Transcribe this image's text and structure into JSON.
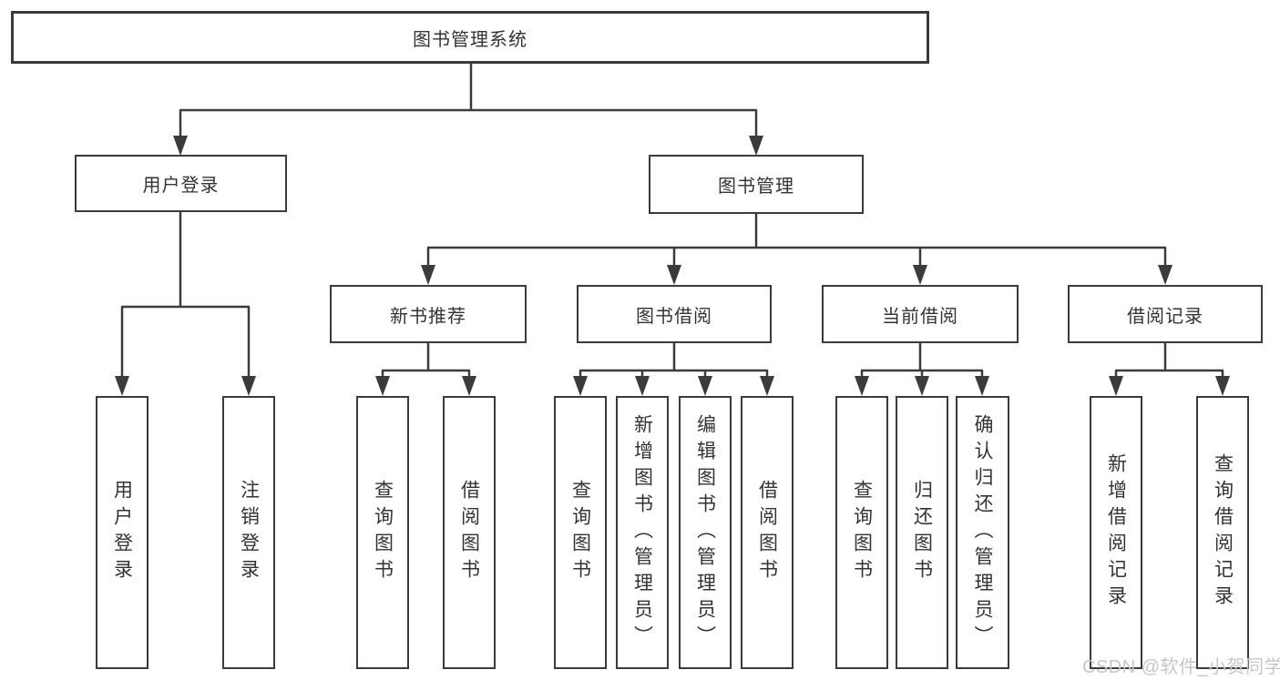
{
  "tree": {
    "root": {
      "label": "图书管理系统"
    },
    "level2": [
      {
        "label": "用户登录"
      },
      {
        "label": "图书管理"
      }
    ],
    "level3": [
      {
        "label": "新书推荐"
      },
      {
        "label": "图书借阅"
      },
      {
        "label": "当前借阅"
      },
      {
        "label": "借阅记录"
      }
    ],
    "leaves": {
      "user_login": [
        {
          "label": "用户登录"
        },
        {
          "label": "注销登录"
        }
      ],
      "new_books": [
        {
          "label": "查询图书"
        },
        {
          "label": "借阅图书"
        }
      ],
      "book_borrow": [
        {
          "label": "查询图书"
        },
        {
          "label": "新增图书（管理员）"
        },
        {
          "label": "编辑图书（管理员）"
        },
        {
          "label": "借阅图书"
        }
      ],
      "current_borrow": [
        {
          "label": "查询图书"
        },
        {
          "label": "归还图书"
        },
        {
          "label": "确认归还（管理员）"
        }
      ],
      "borrow_records": [
        {
          "label": "新增借阅记录"
        },
        {
          "label": "查询借阅记录"
        }
      ]
    },
    "watermark": "CSDN @软件_小贺同学",
    "colors": {
      "line": "#3b3b3b",
      "text": "#333333",
      "background": "#ffffff",
      "watermark": "#c3c7cd"
    }
  }
}
